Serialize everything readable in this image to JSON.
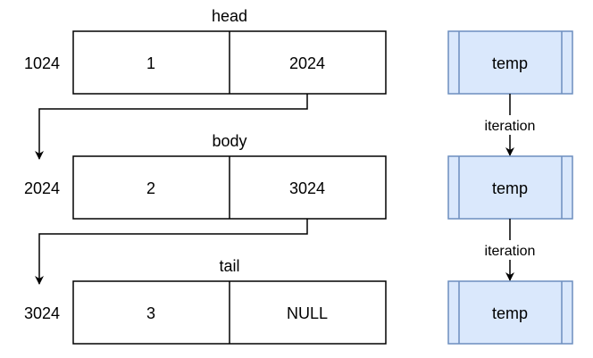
{
  "nodes": [
    {
      "name": "head",
      "address": "1024",
      "value": "1",
      "next": "2024"
    },
    {
      "name": "body",
      "address": "2024",
      "value": "2",
      "next": "3024"
    },
    {
      "name": "tail",
      "address": "3024",
      "value": "3",
      "next": "NULL"
    }
  ],
  "iterator": {
    "label": "temp",
    "steps": [
      "iteration",
      "iteration"
    ],
    "fill": "#dae8fc",
    "stroke": "#6c8ebf"
  },
  "colors": {
    "line": "#000000",
    "box_border": "#000000"
  }
}
